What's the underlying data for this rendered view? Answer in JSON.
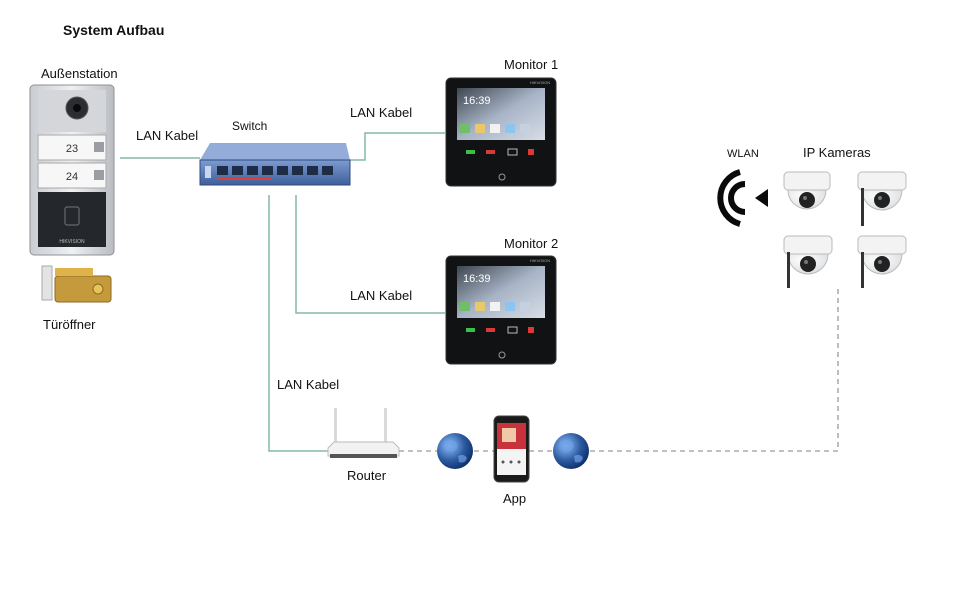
{
  "title": "System Aufbau",
  "labels": {
    "outdoor_station": "Außenstation",
    "door_opener": "Türöffner",
    "switch": "Switch",
    "lan_cable_1": "LAN Kabel",
    "lan_cable_2": "LAN Kabel",
    "lan_cable_3": "LAN Kabel",
    "lan_cable_4": "LAN Kabel",
    "monitor_1": "Monitor 1",
    "monitor_2": "Monitor 2",
    "wlan": "WLAN",
    "ip_cameras": "IP Kameras",
    "router": "Router",
    "app": "App"
  },
  "station": {
    "button_1": "23",
    "button_2": "24",
    "brand": "HIKVISION"
  },
  "monitors": {
    "time": "16:39",
    "brand": "HIKVISION"
  },
  "colors": {
    "lan_line": "#86b8aa",
    "dashed_line": "#9a9a9a",
    "switch_body": "#5a7ab5",
    "globe": "#2c5aa0"
  }
}
